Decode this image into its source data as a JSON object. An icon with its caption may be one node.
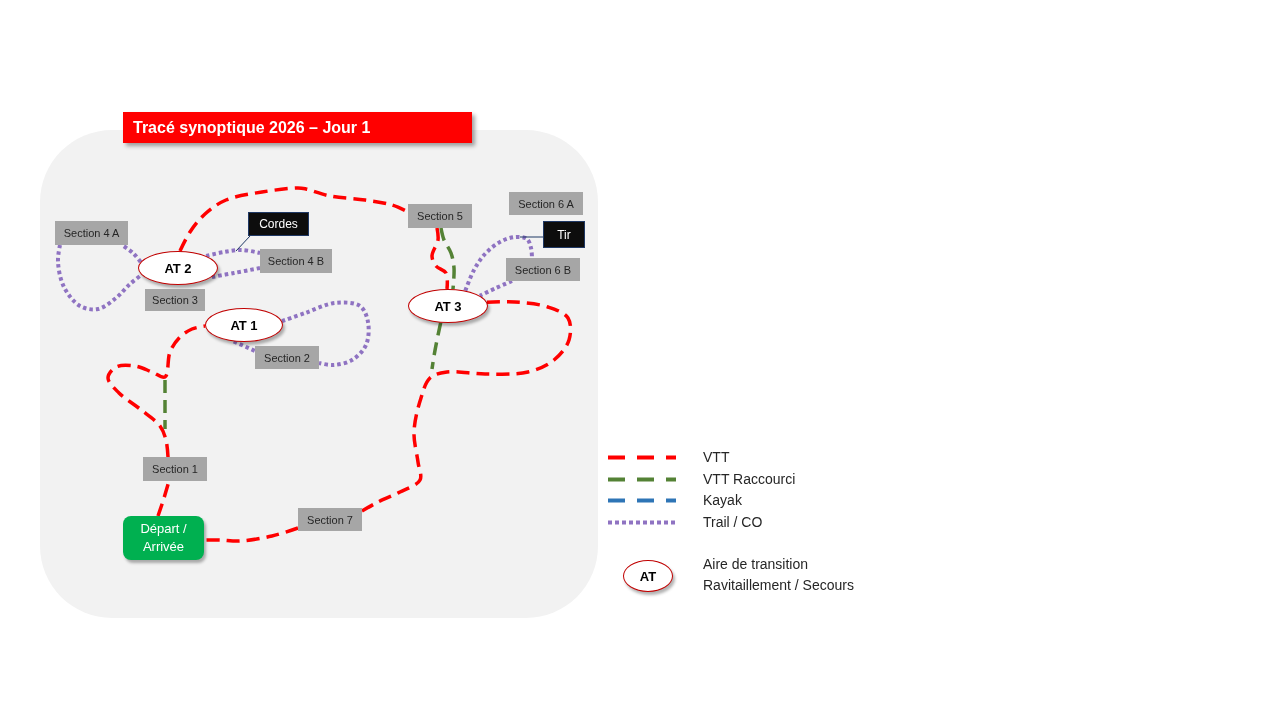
{
  "diagram": {
    "title": "Tracé synoptique 2026 – Jour 1",
    "nodes": [
      {
        "text": [
          "Section 4 A"
        ]
      },
      {
        "text": [
          "Cordes"
        ]
      },
      {
        "text": [
          "Section 5"
        ]
      },
      {
        "text": [
          "Section 6 A"
        ]
      },
      {
        "text": [
          "Tir"
        ]
      },
      {
        "text": [
          "AT 2"
        ]
      },
      {
        "text": [
          "Section 4 B"
        ]
      },
      {
        "text": [
          "Section 6 B"
        ]
      },
      {
        "text": [
          "Section 3"
        ]
      },
      {
        "text": [
          "AT 1"
        ]
      },
      {
        "text": [
          "AT 3"
        ]
      },
      {
        "text": [
          "Section 2"
        ]
      },
      {
        "text": [
          "Section 1"
        ]
      },
      {
        "text": [
          "Section 7"
        ]
      },
      {
        "text": [
          "Départ / Arrivée"
        ]
      }
    ],
    "edges": [
      {
        "from": 14,
        "to": 12,
        "arrow": "none",
        "style": "dashed",
        "color": "#ff0000"
      },
      {
        "from": 12,
        "to": 9,
        "arrow": "none",
        "style": "dashed",
        "color": "#ff0000"
      },
      {
        "from": 5,
        "to": 2,
        "arrow": "none",
        "style": "dashed",
        "color": "#ff0000"
      },
      {
        "from": 2,
        "to": 10,
        "arrow": "none",
        "style": "dashed",
        "color": "#ff0000"
      },
      {
        "from": 2,
        "to": 10,
        "arrow": "none",
        "style": "dashed",
        "color": "#548235"
      },
      {
        "from": 10,
        "to": null,
        "arrow": "none",
        "style": "dashed",
        "color": "#548235"
      },
      {
        "from": 10,
        "to": 13,
        "arrow": "none",
        "style": "dashed",
        "color": "#ff0000"
      },
      {
        "from": 13,
        "to": 14,
        "arrow": "none",
        "style": "dashed",
        "color": "#ff0000"
      },
      {
        "from": 5,
        "to": 0,
        "arrow": "none",
        "style": "dashed",
        "color": "#8f73c2"
      },
      {
        "from": 0,
        "to": 5,
        "arrow": "none",
        "style": "dashed",
        "color": "#8f73c2"
      },
      {
        "from": 5,
        "to": 6,
        "arrow": "none",
        "style": "dashed",
        "color": "#8f73c2"
      },
      {
        "from": 5,
        "to": 6,
        "arrow": "none",
        "style": "dashed",
        "color": "#8f73c2"
      },
      {
        "from": 1,
        "to": null,
        "arrow": "none",
        "color": "#1f3864"
      },
      {
        "from": 9,
        "to": 11,
        "arrow": "none",
        "style": "dashed",
        "color": "#8f73c2"
      },
      {
        "from": 9,
        "to": 11,
        "arrow": "none",
        "style": "dashed",
        "color": "#8f73c2"
      },
      {
        "from": 10,
        "to": 7,
        "arrow": "none",
        "style": "dashed",
        "color": "#8f73c2"
      },
      {
        "from": 4,
        "to": null,
        "arrow": "none",
        "color": "#1f3864"
      },
      {
        "from": 7,
        "to": 10,
        "arrow": "none",
        "style": "dashed",
        "color": "#8f73c2"
      }
    ],
    "labels": [
      "AT"
    ],
    "legend": [
      {
        "text": "VTT",
        "color": "#ff0000"
      },
      {
        "text": "VTT Raccourci",
        "color": "#548235"
      },
      {
        "text": "Kayak",
        "color": "#2e75b6"
      },
      {
        "text": "Trail / CO",
        "color": "#8f73c2"
      },
      {
        "text": "Aire de transition Ravitaillement / Secours"
      }
    ]
  }
}
